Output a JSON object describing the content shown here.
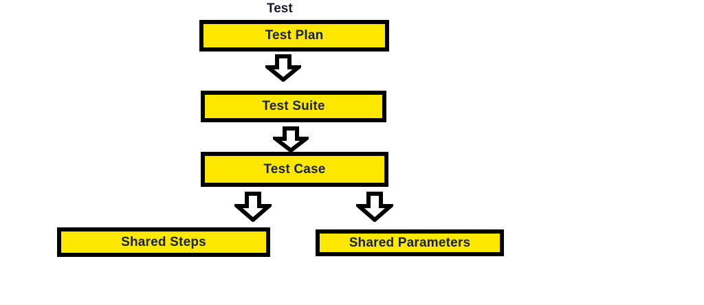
{
  "diagram": {
    "title": "Test",
    "background_color": "#ffffff",
    "node_fill_color": "#ffe800",
    "node_border_color": "#000000",
    "node_text_color": "#16213e",
    "arrow_fill_color": "#ffffff",
    "arrow_outline_color": "#000000",
    "nodes": [
      {
        "id": "test-plan",
        "label": "Test Plan"
      },
      {
        "id": "test-suite",
        "label": "Test Suite"
      },
      {
        "id": "test-case",
        "label": "Test Case"
      },
      {
        "id": "shared-steps",
        "label": "Shared Steps"
      },
      {
        "id": "shared-parameters",
        "label": "Shared Parameters"
      }
    ],
    "connectors": [
      {
        "id": "arrow-plan-to-suite",
        "icon": "arrow-down-icon",
        "from": "test-plan",
        "to": "test-suite"
      },
      {
        "id": "arrow-suite-to-case",
        "icon": "arrow-down-icon",
        "from": "test-suite",
        "to": "test-case"
      },
      {
        "id": "arrow-case-to-steps",
        "icon": "arrow-down-icon",
        "from": "test-case",
        "to": "shared-steps"
      },
      {
        "id": "arrow-case-to-parameters",
        "icon": "arrow-down-icon",
        "from": "test-case",
        "to": "shared-parameters"
      }
    ]
  }
}
